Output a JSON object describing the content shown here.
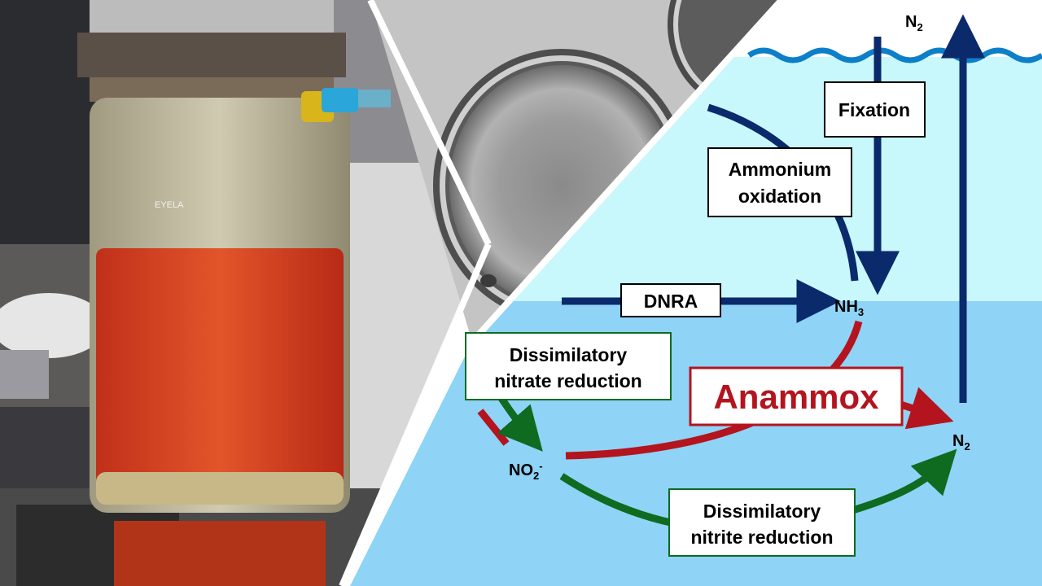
{
  "colors": {
    "navy": "#0b2a6b",
    "red": "#b4141e",
    "green": "#0e6b20",
    "sky": "#c8f7fc",
    "water": "#8fd3f7",
    "wave": "#0d7fc9",
    "culture": "#d8401e"
  },
  "labels": {
    "n2_top": "N",
    "n2_top_sub": "2",
    "n2_right": "N",
    "n2_right_sub": "2",
    "nh3": "NH",
    "nh3_sub": "3",
    "no2": "NO",
    "no2_sub": "2",
    "no2_sup": "-",
    "fixation": "Fixation",
    "ammonium_oxidation_1": "Ammonium",
    "ammonium_oxidation_2": "oxidation",
    "dnra": "DNRA",
    "dissim_nitrate_1": "Dissimilatory",
    "dissim_nitrate_2": "nitrate reduction",
    "anammox": "Anammox",
    "dissim_nitrite_1": "Dissimilatory",
    "dissim_nitrite_2": "nitrite reduction"
  },
  "photo": {
    "vessel_brand": "EYELA"
  }
}
